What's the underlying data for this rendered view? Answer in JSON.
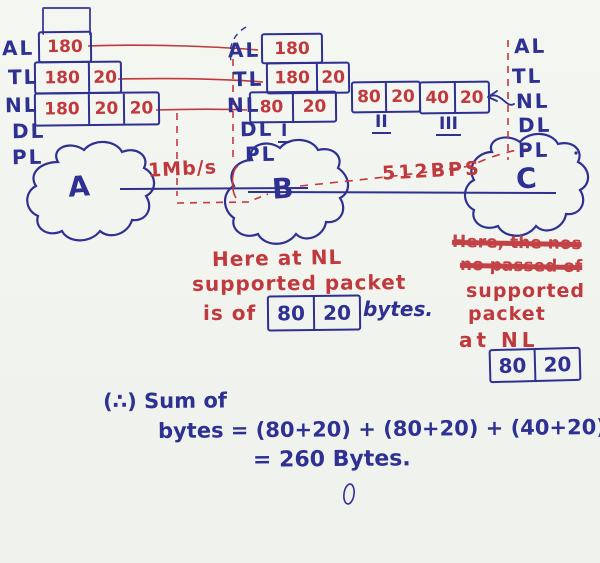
{
  "palette": {
    "ink_blue": "#2e3192",
    "ink_red": "#c0393d",
    "paper": "#f2f4ef"
  },
  "stacks": {
    "left": {
      "layers": [
        "AL",
        "TL",
        "NL",
        "DL",
        "PL"
      ],
      "al_box": {
        "cells": [
          "180"
        ]
      },
      "tl_box": {
        "cells": [
          "180",
          "20"
        ]
      },
      "nl_box": {
        "cells": [
          "180",
          "20",
          "20"
        ]
      }
    },
    "middle": {
      "layers": [
        "AL",
        "TL",
        "NL",
        "DL",
        "PL"
      ],
      "al_box": {
        "cells": [
          "180"
        ]
      },
      "tl_box": {
        "cells": [
          "180",
          "20"
        ]
      },
      "nl_box_1": {
        "cells": [
          "80",
          "20"
        ],
        "label": "I"
      },
      "nl_box_2": {
        "cells": [
          "80",
          "20"
        ],
        "label": "II"
      },
      "nl_box_3": {
        "cells": [
          "40",
          "20"
        ],
        "label": "III"
      }
    },
    "right": {
      "layers": [
        "AL",
        "TL",
        "NL",
        "DL",
        "PL"
      ]
    }
  },
  "network": {
    "clouds": [
      {
        "label": "A"
      },
      {
        "label": "B"
      },
      {
        "label": "C"
      }
    ],
    "links": [
      {
        "label": "1Mb/s"
      },
      {
        "label": "512BPS"
      }
    ]
  },
  "notes": {
    "center": {
      "line1": "Here at NL",
      "line2": "supported packet",
      "line3_prefix": "is of",
      "box": {
        "cells": [
          "80",
          "20"
        ]
      },
      "line3_suffix": "bytes."
    },
    "right": {
      "struck1": "Here, the nos",
      "struck2": "no passed of",
      "line1": "supported",
      "line2": "packet",
      "line3": "at NL",
      "box": {
        "cells": [
          "80",
          "20"
        ]
      }
    }
  },
  "formula": {
    "line1": "(∴) Sum of",
    "line2": "bytes = (80+20) + (80+20) + (40+20)",
    "line3": "= 260 Bytes."
  }
}
